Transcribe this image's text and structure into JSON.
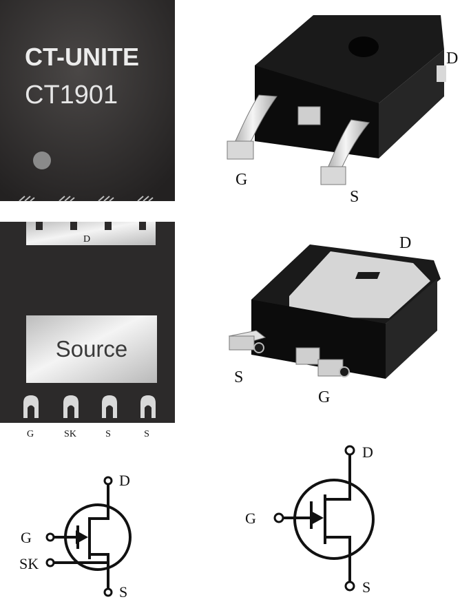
{
  "top_view": {
    "brand": "CT-UNITE",
    "part_number": "CT1901"
  },
  "dpak_top": {
    "pin_drain": "D",
    "pin_gate": "G",
    "pin_source": "S"
  },
  "bottom_view": {
    "pad_drain_label": "D",
    "pad_source_label": "Source",
    "pin_labels": [
      "G",
      "SK",
      "S",
      "S"
    ]
  },
  "dpak_bottom": {
    "pin_drain": "D",
    "pin_source": "S",
    "pin_gate": "G"
  },
  "symbol_kelvin": {
    "drain": "D",
    "gate": "G",
    "kelvin_source": "SK",
    "source": "S"
  },
  "symbol_standard": {
    "drain": "D",
    "gate": "G",
    "source": "S"
  },
  "colors": {
    "package_body": "#2c2a2a",
    "package_face": "#111111",
    "metal": "#d7d7d7",
    "ink": "#111111"
  }
}
